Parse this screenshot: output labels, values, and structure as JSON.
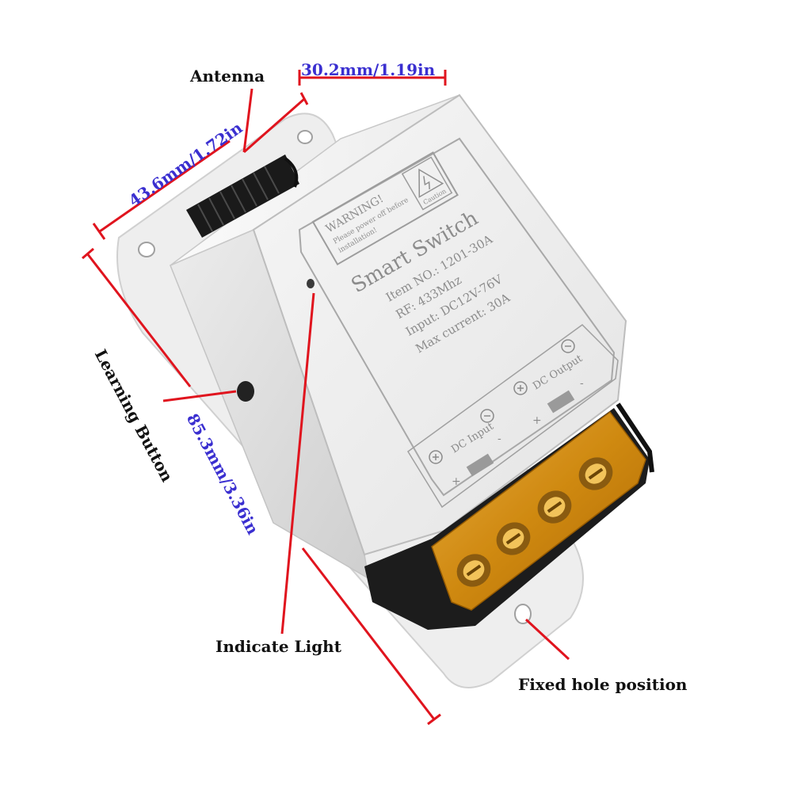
{
  "callouts": {
    "antenna": "Antenna",
    "learning_button": "Learning Button",
    "indicate_light": "Indicate Light",
    "fixed_hole": "Fixed hole position"
  },
  "dimensions": {
    "width": "30.2mm/1.19in",
    "depth": "43.6mm/1.72in",
    "length": "85.3mm/3.36in"
  },
  "label_plate": {
    "warning_title": "WARNING!",
    "warning_text_1": "Please power off before",
    "warning_text_2": "installation!",
    "caution": "Caution",
    "product_name": "Smart Switch",
    "item_no": "Item NO.: 1201-30A",
    "rf": "RF: 433Mhz",
    "input": "Input: DC12V-76V",
    "max_current": "Max current: 30A"
  },
  "terminals": {
    "dc_input": "DC Input",
    "dc_output": "DC Output",
    "plus": "+",
    "minus": "-"
  },
  "colors": {
    "pointer": "#e0141e",
    "dimension_text": "#3a2fd0",
    "housing": "#f1f1f1",
    "terminal_cover": "#e0a020"
  }
}
